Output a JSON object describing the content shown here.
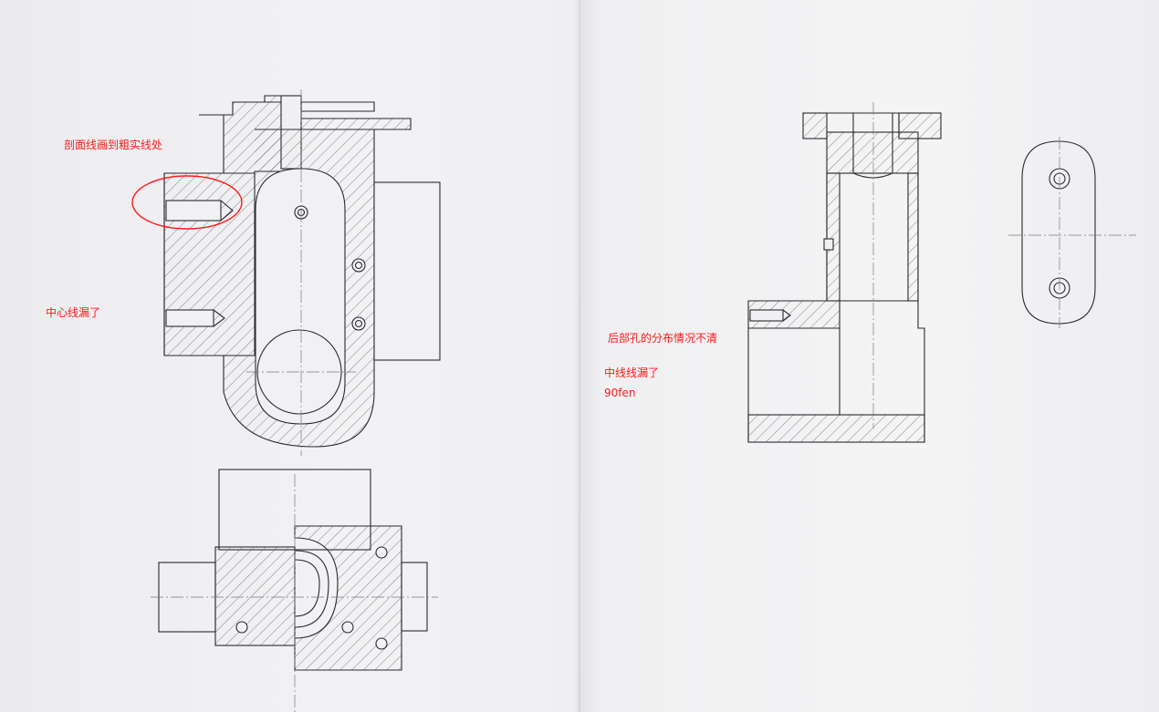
{
  "annotations": {
    "hatch_note": "剖面线画到粗实线处",
    "centerline_missing_left": "中心线漏了",
    "rear_holes_note": "后部孔的分布情况不清",
    "centerline_missing_right": "中线线漏了",
    "score": "90fen"
  },
  "colors": {
    "ink": "#2a2a2e",
    "annotation": "#ff1a1a",
    "paper": "#f0f0f2"
  }
}
